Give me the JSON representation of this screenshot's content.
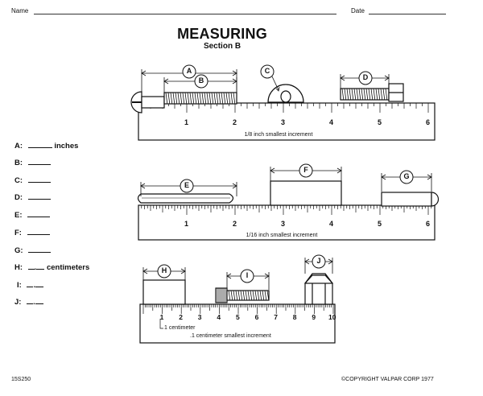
{
  "header": {
    "name_label": "Name",
    "date_label": "Date"
  },
  "title": "MEASURING",
  "subtitle": "Section B",
  "questions": [
    {
      "letter": "A:",
      "suffix": "inches"
    },
    {
      "letter": "B:"
    },
    {
      "letter": "C:"
    },
    {
      "letter": "D:"
    },
    {
      "letter": "E:"
    },
    {
      "letter": "F:"
    },
    {
      "letter": "G:"
    },
    {
      "letter": "H:",
      "decimal": ".",
      "suffix": "centimeters"
    },
    {
      "letter": "I:",
      "decimal": "."
    },
    {
      "letter": "J:",
      "decimal": "."
    }
  ],
  "rulers": [
    {
      "increment_label": "1/8 inch smallest increment",
      "numbers": [
        "1",
        "2",
        "3",
        "4",
        "5",
        "6"
      ]
    },
    {
      "increment_label": "1/16 inch smallest increment",
      "numbers": [
        "1",
        "2",
        "3",
        "4",
        "5",
        "6"
      ]
    },
    {
      "increment_label": ".1 centimeter smallest increment",
      "unit_label": "1 centimeter",
      "numbers": [
        "1",
        "2",
        "3",
        "4",
        "5",
        "6",
        "7",
        "8",
        "9",
        "10"
      ]
    }
  ],
  "dimension_labels": [
    "A",
    "B",
    "C",
    "D",
    "E",
    "F",
    "G",
    "H",
    "I",
    "J"
  ],
  "footer": {
    "code": "15S250",
    "copyright": "©COPYRIGHT VALPAR CORP 1977"
  }
}
